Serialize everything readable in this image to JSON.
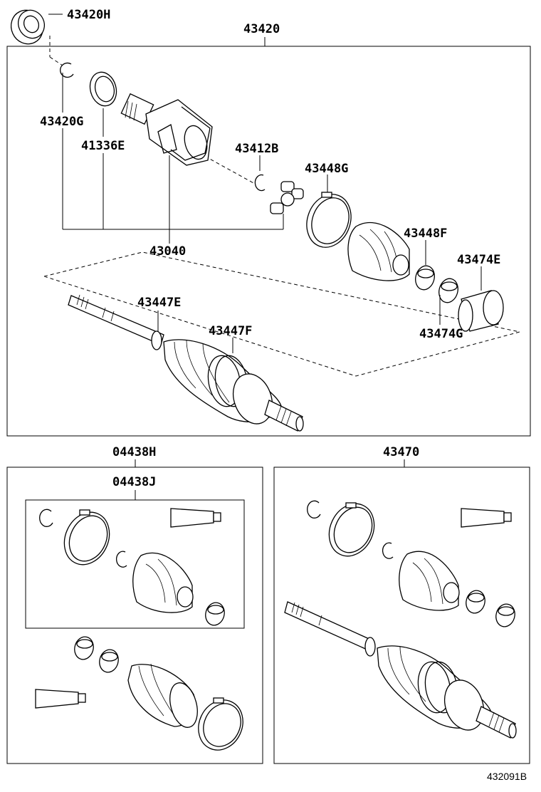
{
  "labels": {
    "p43420H": "43420H",
    "p43420": "43420",
    "p43420G": "43420G",
    "p41336E": "41336E",
    "p43412B": "43412B",
    "p43448G": "43448G",
    "p43040": "43040",
    "p43448F": "43448F",
    "p43474E": "43474E",
    "p43447E": "43447E",
    "p43447F": "43447F",
    "p43474G": "43474G",
    "p04438H": "04438H",
    "p04438J": "04438J",
    "p43470": "43470"
  },
  "reference": "432091B"
}
